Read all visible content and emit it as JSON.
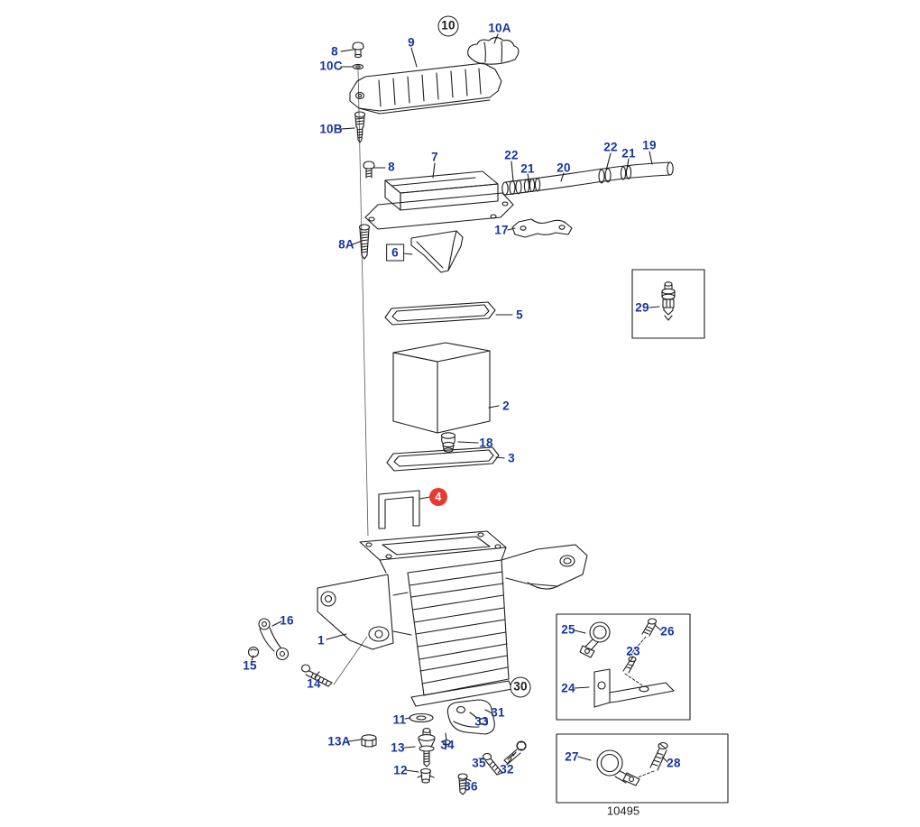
{
  "diagram": {
    "figure_number": "10495",
    "colors": {
      "label_blue": "#1635a0",
      "highlight_red": "#e8392f",
      "line_black": "#1c1c1c"
    },
    "callouts": [
      {
        "text": "8",
        "kind": "plain"
      },
      {
        "text": "10",
        "kind": "circled"
      },
      {
        "text": "10A",
        "kind": "plain"
      },
      {
        "text": "9",
        "kind": "plain"
      },
      {
        "text": "10C",
        "kind": "plain"
      },
      {
        "text": "10B",
        "kind": "plain"
      },
      {
        "text": "8",
        "kind": "plain"
      },
      {
        "text": "7",
        "kind": "plain"
      },
      {
        "text": "22",
        "kind": "plain"
      },
      {
        "text": "21",
        "kind": "plain"
      },
      {
        "text": "20",
        "kind": "plain"
      },
      {
        "text": "22",
        "kind": "plain"
      },
      {
        "text": "21",
        "kind": "plain"
      },
      {
        "text": "19",
        "kind": "plain"
      },
      {
        "text": "17",
        "kind": "plain"
      },
      {
        "text": "8A",
        "kind": "plain"
      },
      {
        "text": "6",
        "kind": "boxed"
      },
      {
        "text": "29",
        "kind": "plain"
      },
      {
        "text": "5",
        "kind": "plain"
      },
      {
        "text": "2",
        "kind": "plain"
      },
      {
        "text": "18",
        "kind": "plain"
      },
      {
        "text": "3",
        "kind": "plain"
      },
      {
        "text": "4",
        "kind": "red-circle"
      },
      {
        "text": "16",
        "kind": "plain"
      },
      {
        "text": "1",
        "kind": "plain"
      },
      {
        "text": "15",
        "kind": "plain"
      },
      {
        "text": "14",
        "kind": "plain"
      },
      {
        "text": "30",
        "kind": "circled"
      },
      {
        "text": "25",
        "kind": "plain"
      },
      {
        "text": "26",
        "kind": "plain"
      },
      {
        "text": "23",
        "kind": "plain"
      },
      {
        "text": "24",
        "kind": "plain"
      },
      {
        "text": "11",
        "kind": "plain"
      },
      {
        "text": "33",
        "kind": "plain"
      },
      {
        "text": "31",
        "kind": "plain"
      },
      {
        "text": "13A",
        "kind": "plain"
      },
      {
        "text": "13",
        "kind": "plain"
      },
      {
        "text": "34",
        "kind": "plain"
      },
      {
        "text": "35",
        "kind": "plain"
      },
      {
        "text": "32",
        "kind": "plain"
      },
      {
        "text": "12",
        "kind": "plain"
      },
      {
        "text": "36",
        "kind": "plain"
      },
      {
        "text": "27",
        "kind": "plain"
      },
      {
        "text": "28",
        "kind": "plain"
      }
    ]
  }
}
